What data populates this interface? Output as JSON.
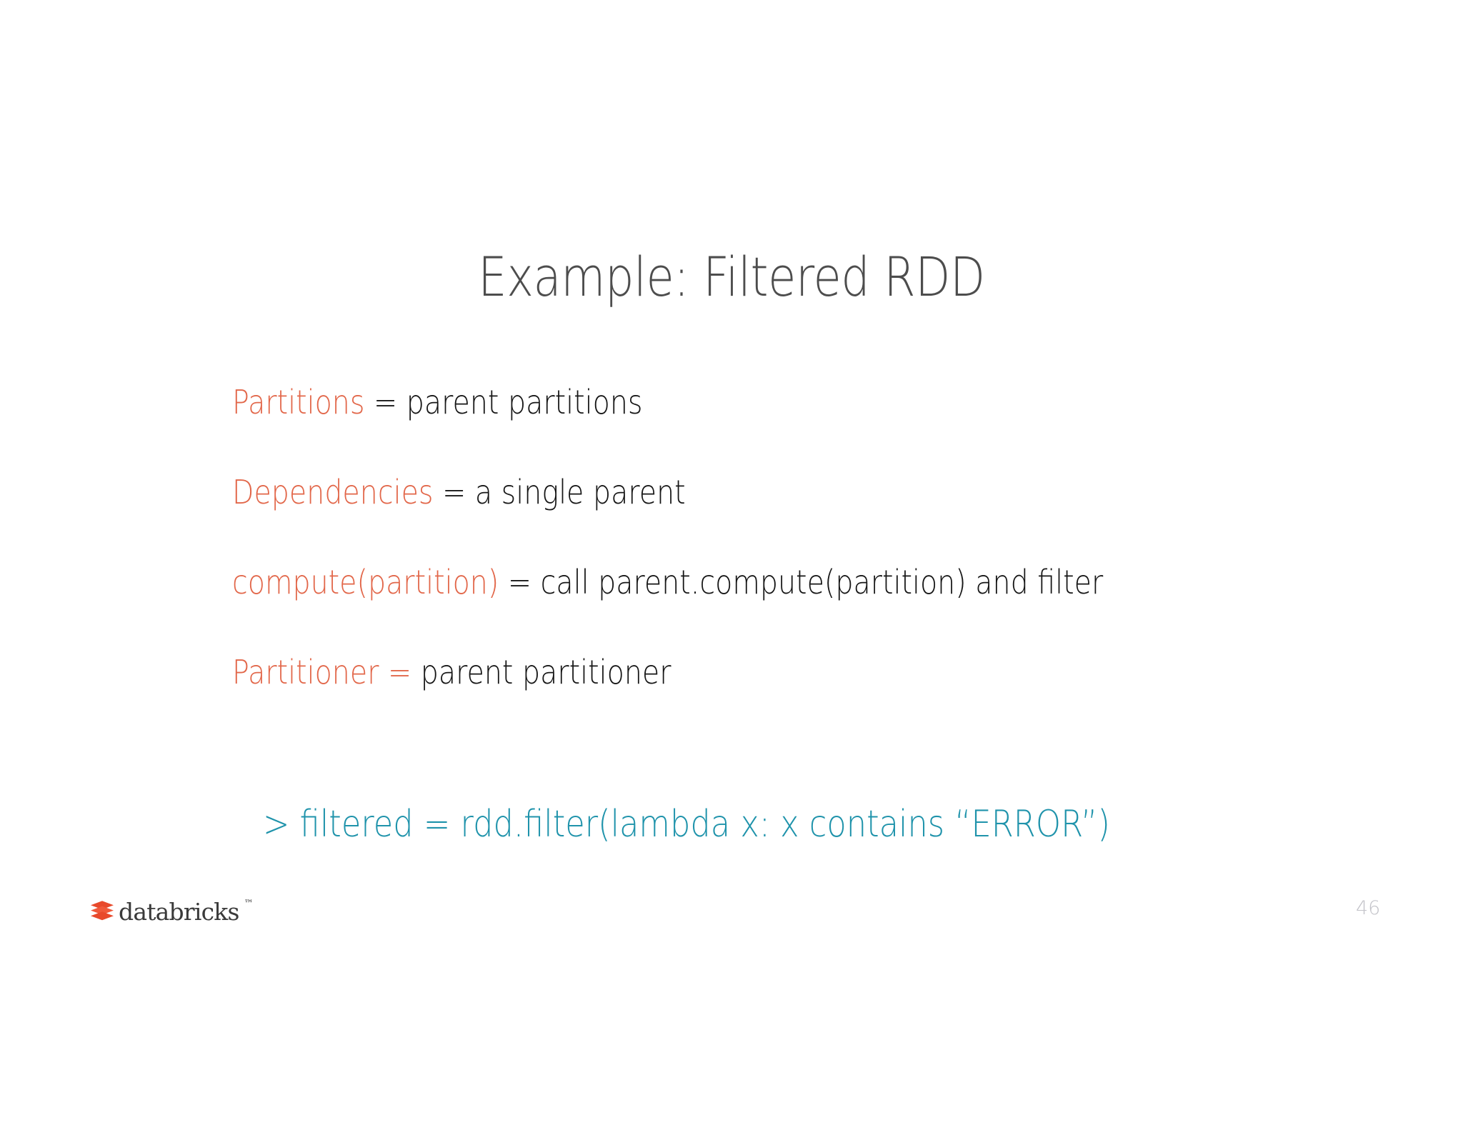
{
  "slide": {
    "title": "Example: Filtered RDD",
    "background_color": "#ffffff",
    "title_color": "#4d4d4d",
    "key_color": "#e2674a",
    "value_color": "#161616",
    "code_color": "#1f93ab",
    "page_number_color": "#c3c3c9"
  },
  "properties": [
    {
      "key": "Partitions",
      "value": " = parent partitions"
    },
    {
      "key": "Dependencies",
      "value": " = a single parent"
    },
    {
      "key": "compute(partition)",
      "value": " = call parent.compute(partition) and filter"
    },
    {
      "key": "Partitioner =",
      "value": " parent partitioner"
    }
  ],
  "code": {
    "text": "> filtered = rdd.filter(lambda x: x contains “ERROR”)"
  },
  "footer": {
    "brand_name": "databricks",
    "brand_tm": "™",
    "page_number": "46"
  }
}
